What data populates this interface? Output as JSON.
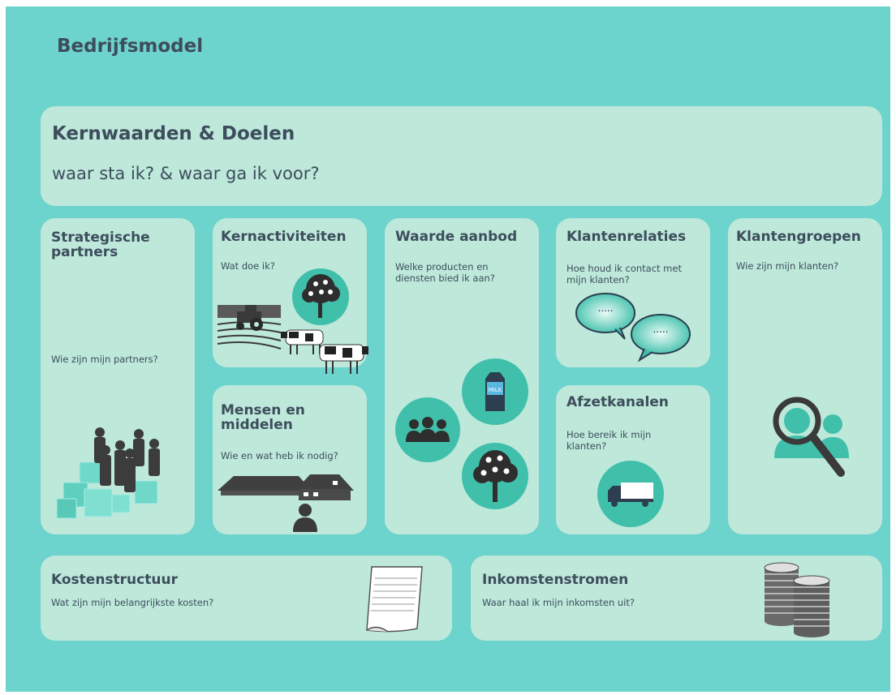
{
  "page_title": "Bedrijfsmodel",
  "core": {
    "title": "Kernwaarden & Doelen",
    "subtitle": "waar sta ik? & waar ga ik voor?"
  },
  "blocks": {
    "partners": {
      "title": "Strategische partners",
      "question": "Wie zijn mijn partners?"
    },
    "activities": {
      "title": "Kernactiviteiten",
      "question": "Wat doe ik?"
    },
    "resources": {
      "title": "Mensen en middelen",
      "question": "Wie en wat heb ik nodig?"
    },
    "value": {
      "title": "Waarde aanbod",
      "question": "Welke producten en diensten bied ik aan?"
    },
    "relations": {
      "title": "Klantenrelaties",
      "question": "Hoe houd ik contact met mijn klanten?"
    },
    "channels": {
      "title": "Afzetkanalen",
      "question": "Hoe bereik ik mijn klanten?"
    },
    "segments": {
      "title": "Klantengroepen",
      "question": "Wie zijn mijn klanten?"
    },
    "costs": {
      "title": "Kostenstructuur",
      "question": "Wat zijn mijn belangrijkste kosten?"
    },
    "revenue": {
      "title": "Inkomstenstromen",
      "question": "Waar haal ik mijn inkomsten uit?"
    }
  },
  "labels": {
    "milk": "MILK",
    "dots": "....."
  },
  "icons": {
    "partners": "group-on-cubes-icon",
    "activities": [
      "tree-icon",
      "tractor-field-icon",
      "cows-icon"
    ],
    "resources": [
      "farm-buildings-icon",
      "person-icon"
    ],
    "value": [
      "people-group-icon",
      "milk-carton-icon",
      "tree-icon"
    ],
    "relations": "speech-bubbles-icon",
    "channels": "truck-icon",
    "segments": "magnifier-person-icon",
    "costs": "notepad-icon",
    "revenue": "coin-stacks-icon"
  },
  "colors": {
    "background": "#6dd3cd",
    "card": "#bde8da",
    "accent": "#40c0aa",
    "text": "#3d4d5c",
    "icon_dark": "#3a3a3a"
  }
}
